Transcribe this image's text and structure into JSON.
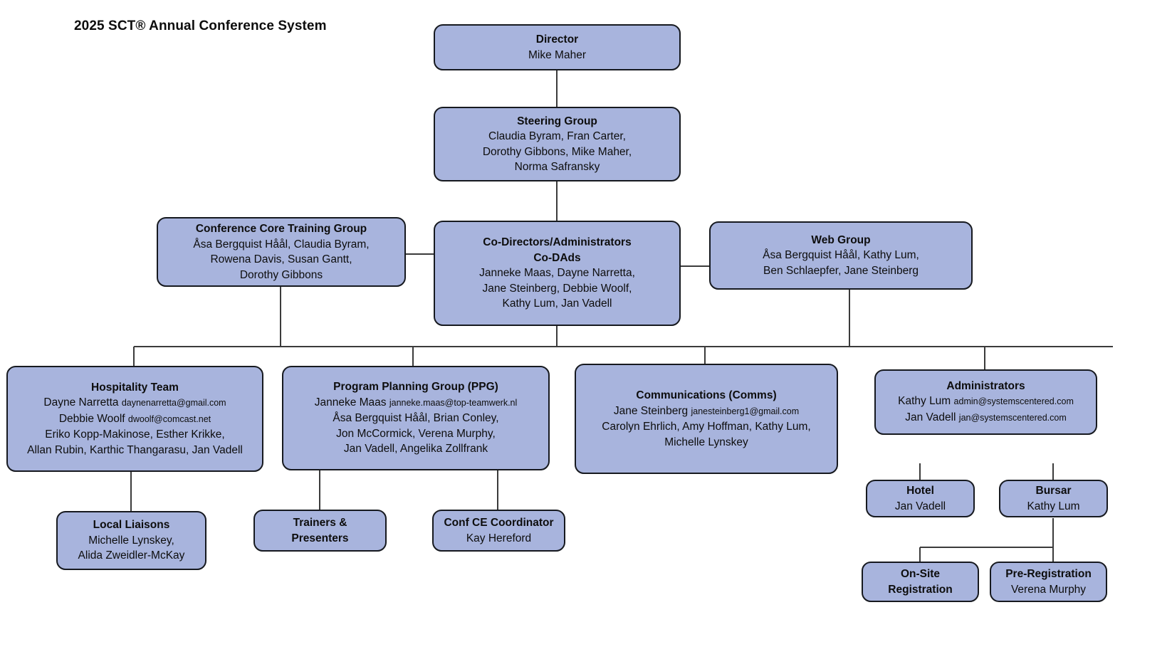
{
  "page": {
    "title": "2025 SCT® Annual Conference System",
    "background_color": "#ffffff",
    "node_fill_color": "#a8b4dd",
    "node_border_color": "#16191f",
    "text_color": "#0d0d0d"
  },
  "chart_data": {
    "type": "diagram",
    "title": "2025 SCT® Annual Conference System",
    "diagram_kind": "organizational-chart",
    "nodes": [
      {
        "id": "director",
        "header": "Director",
        "lines": [
          "Mike Maher"
        ]
      },
      {
        "id": "steering-group",
        "header": "Steering Group",
        "lines": [
          "Claudia Byram, Fran Carter,",
          "Dorothy Gibbons, Mike Maher,",
          "Norma Safransky"
        ]
      },
      {
        "id": "conference-core-training-group",
        "header": "Conference Core Training Group",
        "lines": [
          "Åsa Bergquist Håål, Claudia Byram,",
          "Rowena Davis, Susan Gantt,",
          "Dorothy Gibbons"
        ]
      },
      {
        "id": "co-dads",
        "header": "Co-Directors/Administrators",
        "header2": "Co-DAds",
        "lines": [
          "Janneke Maas, Dayne Narretta,",
          "Jane Steinberg, Debbie Woolf,",
          "Kathy Lum, Jan Vadell"
        ]
      },
      {
        "id": "web-group",
        "header": "Web Group",
        "lines": [
          "Åsa Bergquist Håål, Kathy Lum,",
          "Ben Schlaepfer, Jane Steinberg"
        ]
      },
      {
        "id": "hospitality-team",
        "header": "Hospitality Team",
        "lines": [
          "Dayne Narretta",
          "Debbie Woolf",
          "Eriko Kopp-Makinose, Esther Krikke,",
          "Allan Rubin, Karthic Thangarasu, Jan Vadell"
        ],
        "emails": [
          "daynenarretta@gmail.com",
          "dwoolf@comcast.net"
        ]
      },
      {
        "id": "program-planning-group",
        "header": "Program Planning Group (PPG)",
        "lines": [
          "Janneke Maas",
          "Åsa Bergquist Håål, Brian Conley,",
          "Jon McCormick, Verena Murphy,",
          "Jan Vadell, Angelika Zollfrank"
        ],
        "emails": [
          "janneke.maas@top-teamwerk.nl"
        ]
      },
      {
        "id": "communications",
        "header": "Communications (Comms)",
        "lines": [
          "Jane Steinberg",
          "Carolyn Ehrlich, Amy Hoffman, Kathy Lum,",
          "Michelle Lynskey"
        ],
        "emails": [
          "janesteinberg1@gmail.com"
        ]
      },
      {
        "id": "administrators",
        "header": "Administrators",
        "lines": [
          "Kathy Lum",
          "Jan Vadell"
        ],
        "emails": [
          "admin@systemscentered.com",
          "jan@systemscentered.com"
        ]
      },
      {
        "id": "local-liaisons",
        "header": "Local Liaisons",
        "lines": [
          "Michelle Lynskey,",
          "Alida Zweidler-McKay"
        ]
      },
      {
        "id": "trainers-presenters",
        "header": "Trainers &",
        "header2": "Presenters",
        "lines": []
      },
      {
        "id": "conf-ce-coordinator",
        "header": "Conf CE Coordinator",
        "lines": [
          "Kay Hereford"
        ]
      },
      {
        "id": "hotel",
        "header": "Hotel",
        "lines": [
          "Jan Vadell"
        ]
      },
      {
        "id": "bursar",
        "header": "Bursar",
        "lines": [
          "Kathy Lum"
        ]
      },
      {
        "id": "on-site-registration",
        "header": "On-Site",
        "header2": "Registration",
        "lines": []
      },
      {
        "id": "pre-registration",
        "header": "Pre-Registration",
        "lines": [
          "Verena Murphy"
        ]
      }
    ],
    "edges": [
      [
        "director",
        "steering-group"
      ],
      [
        "steering-group",
        "co-dads"
      ],
      [
        "co-dads",
        "conference-core-training-group"
      ],
      [
        "co-dads",
        "web-group"
      ],
      [
        "co-dads",
        "hospitality-team"
      ],
      [
        "co-dads",
        "program-planning-group"
      ],
      [
        "co-dads",
        "communications"
      ],
      [
        "co-dads",
        "administrators"
      ],
      [
        "conference-core-training-group",
        "hospitality-team"
      ],
      [
        "web-group",
        "communications"
      ],
      [
        "hospitality-team",
        "local-liaisons"
      ],
      [
        "program-planning-group",
        "trainers-presenters"
      ],
      [
        "program-planning-group",
        "conf-ce-coordinator"
      ],
      [
        "administrators",
        "hotel"
      ],
      [
        "administrators",
        "bursar"
      ],
      [
        "bursar",
        "on-site-registration"
      ],
      [
        "bursar",
        "pre-registration"
      ]
    ]
  },
  "nodes": {
    "director": {
      "header": "Director",
      "line1": "Mike Maher"
    },
    "steering_group": {
      "header": "Steering Group",
      "line1": "Claudia Byram, Fran Carter,",
      "line2": "Dorothy Gibbons, Mike Maher,",
      "line3": "Norma Safransky"
    },
    "conference_core_training_group": {
      "header": "Conference Core Training Group",
      "line1": "Åsa Bergquist Håål, Claudia Byram,",
      "line2": "Rowena Davis, Susan Gantt,",
      "line3": "Dorothy Gibbons"
    },
    "co_dads": {
      "header": "Co-Directors/Administrators",
      "header2": "Co-DAds",
      "line1": "Janneke Maas, Dayne Narretta,",
      "line2": "Jane Steinberg, Debbie Woolf,",
      "line3": "Kathy Lum, Jan Vadell"
    },
    "web_group": {
      "header": "Web Group",
      "line1": "Åsa Bergquist Håål, Kathy Lum,",
      "line2": "Ben Schlaepfer, Jane Steinberg"
    },
    "hospitality_team": {
      "header": "Hospitality Team",
      "name1": "Dayne Narretta",
      "email1": "daynenarretta@gmail.com",
      "name2": "Debbie Woolf",
      "email2": "dwoolf@comcast.net",
      "line3": "Eriko Kopp-Makinose, Esther Krikke,",
      "line4": "Allan Rubin, Karthic Thangarasu, Jan Vadell"
    },
    "program_planning_group": {
      "header": "Program Planning Group (PPG)",
      "name1": "Janneke Maas",
      "email1": "janneke.maas@top-teamwerk.nl",
      "line2": "Åsa Bergquist Håål, Brian Conley,",
      "line3": "Jon McCormick, Verena Murphy,",
      "line4": "Jan Vadell, Angelika Zollfrank"
    },
    "communications": {
      "header": "Communications (Comms)",
      "name1": "Jane Steinberg",
      "email1": "janesteinberg1@gmail.com",
      "line2": "Carolyn Ehrlich, Amy Hoffman, Kathy Lum,",
      "line3": "Michelle Lynskey"
    },
    "administrators": {
      "header": "Administrators",
      "name1": "Kathy Lum",
      "email1": "admin@systemscentered.com",
      "name2": "Jan Vadell",
      "email2": "jan@systemscentered.com"
    },
    "local_liaisons": {
      "header": "Local Liaisons",
      "line1": "Michelle Lynskey,",
      "line2": "Alida Zweidler-McKay"
    },
    "trainers_presenters": {
      "header": "Trainers &",
      "header2": "Presenters"
    },
    "conf_ce_coordinator": {
      "header": "Conf CE Coordinator",
      "line1": "Kay Hereford"
    },
    "hotel": {
      "header": "Hotel",
      "line1": "Jan Vadell"
    },
    "bursar": {
      "header": "Bursar",
      "line1": "Kathy Lum"
    },
    "on_site_registration": {
      "header": "On-Site",
      "header2": "Registration"
    },
    "pre_registration": {
      "header": "Pre-Registration",
      "line1": "Verena Murphy"
    }
  }
}
